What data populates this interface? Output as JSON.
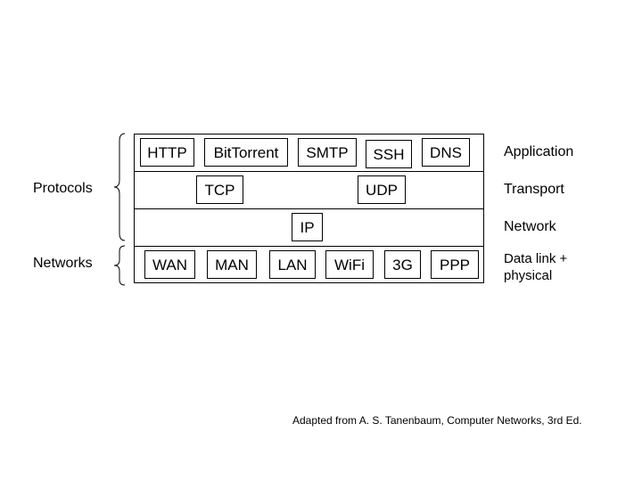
{
  "diagram": {
    "side_labels": {
      "protocols": "Protocols",
      "networks": "Networks"
    },
    "application_row": [
      "HTTP",
      "BitTorrent",
      "SMTP",
      "SSH",
      "DNS"
    ],
    "transport_row": [
      "TCP",
      "UDP"
    ],
    "network_row": [
      "IP"
    ],
    "link_row": [
      "WAN",
      "MAN",
      "LAN",
      "WiFi",
      "3G",
      "PPP"
    ],
    "layers": {
      "application": "Application",
      "transport": "Transport",
      "network": "Network",
      "link_line1": "Data link +",
      "link_line2": "physical"
    },
    "credit": "Adapted from A. S. Tanenbaum, Computer Networks, 3rd Ed."
  }
}
